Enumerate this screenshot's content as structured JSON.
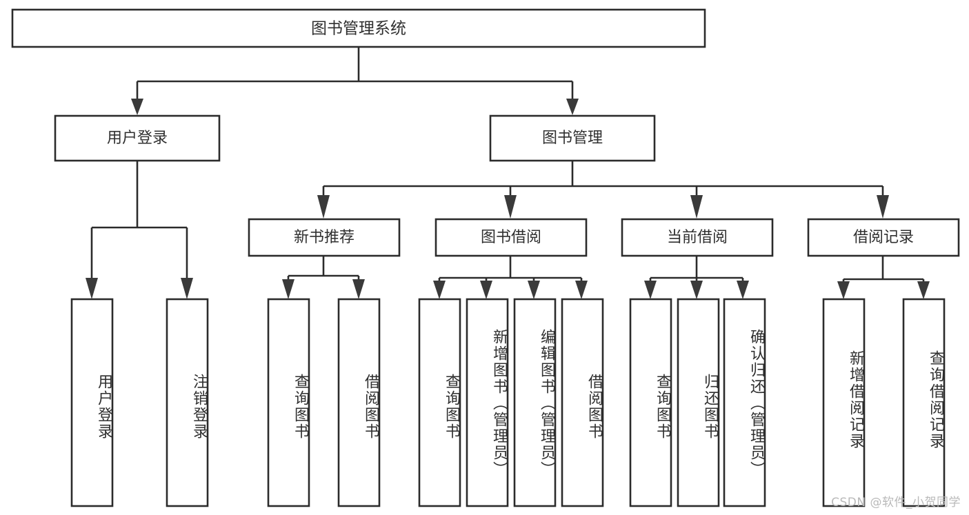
{
  "diagram": {
    "type": "tree-hierarchy-chart",
    "title": "图书管理系统",
    "orientation": "top-down",
    "box_fill": "#ffffff",
    "box_stroke": "#2b2b2b",
    "text_color": "#2f2f2f",
    "root": {
      "label": "图书管理系统"
    },
    "level1": [
      {
        "label": "用户登录"
      },
      {
        "label": "图书管理"
      }
    ],
    "level2": [
      {
        "label": "新书推荐"
      },
      {
        "label": "图书借阅"
      },
      {
        "label": "当前借阅"
      },
      {
        "label": "借阅记录"
      }
    ],
    "leaves": {
      "user_login": [
        {
          "label": "用户登录"
        },
        {
          "label": "注销登录"
        }
      ],
      "new_book_recommend": [
        {
          "label": "查询图书"
        },
        {
          "label": "借阅图书"
        }
      ],
      "book_borrow": [
        {
          "label": "查询图书"
        },
        {
          "label": "新增图书（管理员）"
        },
        {
          "label": "编辑图书（管理员）"
        },
        {
          "label": "借阅图书"
        }
      ],
      "current_borrow": [
        {
          "label": "查询图书"
        },
        {
          "label": "归还图书"
        },
        {
          "label": "确认归还（管理员）"
        }
      ],
      "borrow_record": [
        {
          "label": "新增借阅记录"
        },
        {
          "label": "查询借阅记录"
        }
      ]
    },
    "watermark": "CSDN @软件_小贺同学"
  }
}
